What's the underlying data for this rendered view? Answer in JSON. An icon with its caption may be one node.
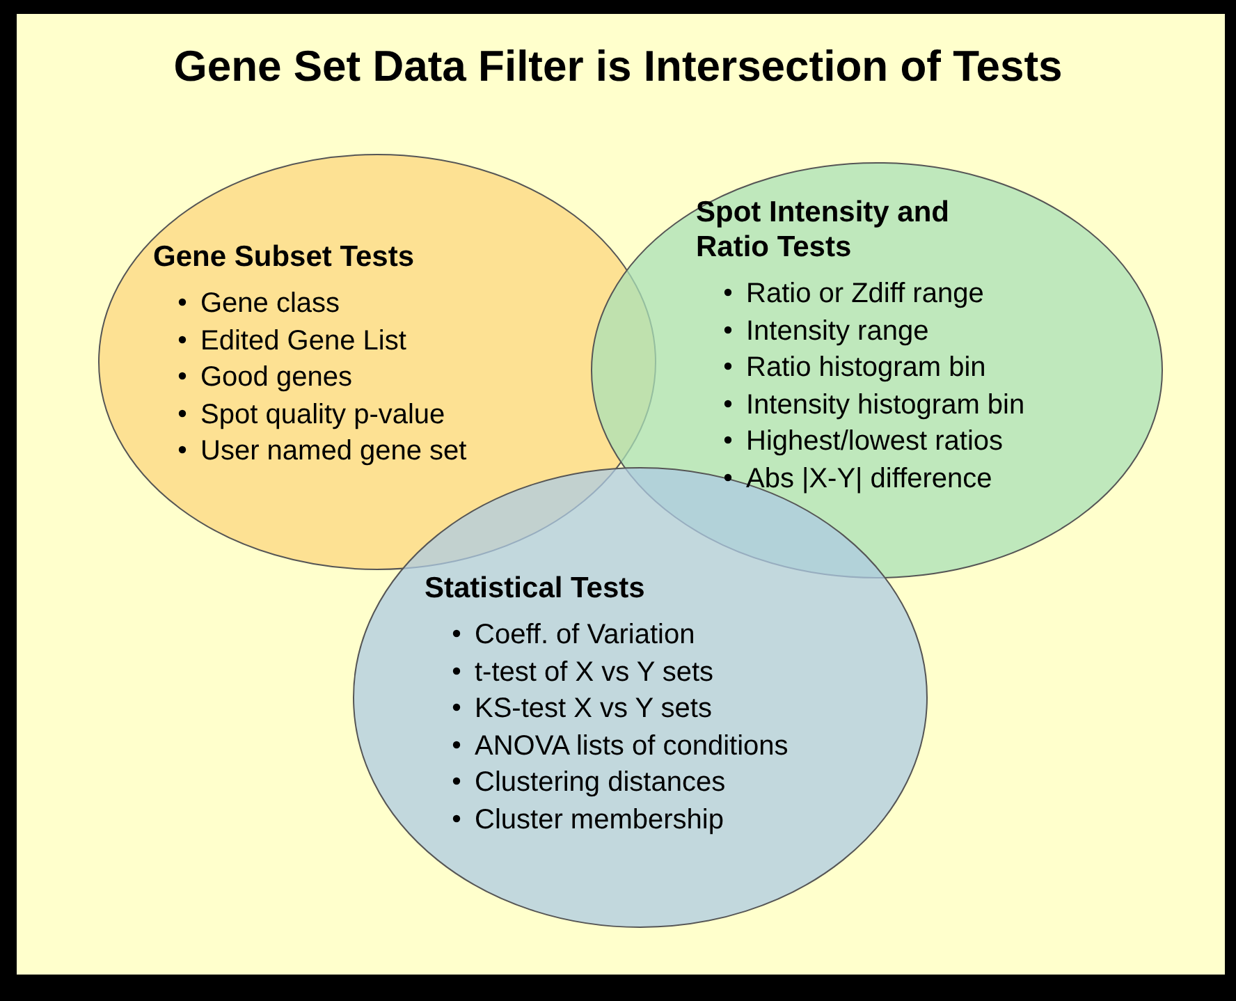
{
  "diagram": {
    "title": "Gene Set Data Filter is Intersection of Tests",
    "nodes": [
      {
        "text": [
          "Gene Subset Tests",
          "Gene class",
          "Edited Gene List",
          "Good genes",
          "Spot quality p-value",
          "User named gene set"
        ]
      },
      {
        "text": [
          "Spot Intensity and Ratio Tests",
          "Ratio or Zdiff range",
          "Intensity range",
          "Ratio histogram bin",
          "Intensity histogram bin",
          "Highest/lowest ratios",
          "Abs |X-Y| difference"
        ]
      },
      {
        "text": [
          "Statistical Tests",
          "Coeff. of Variation",
          "t-test of X vs Y sets",
          "KS-test X vs Y sets",
          "ANOVA lists of conditions",
          "Clustering distances",
          "Cluster membership"
        ]
      }
    ],
    "edges": []
  }
}
